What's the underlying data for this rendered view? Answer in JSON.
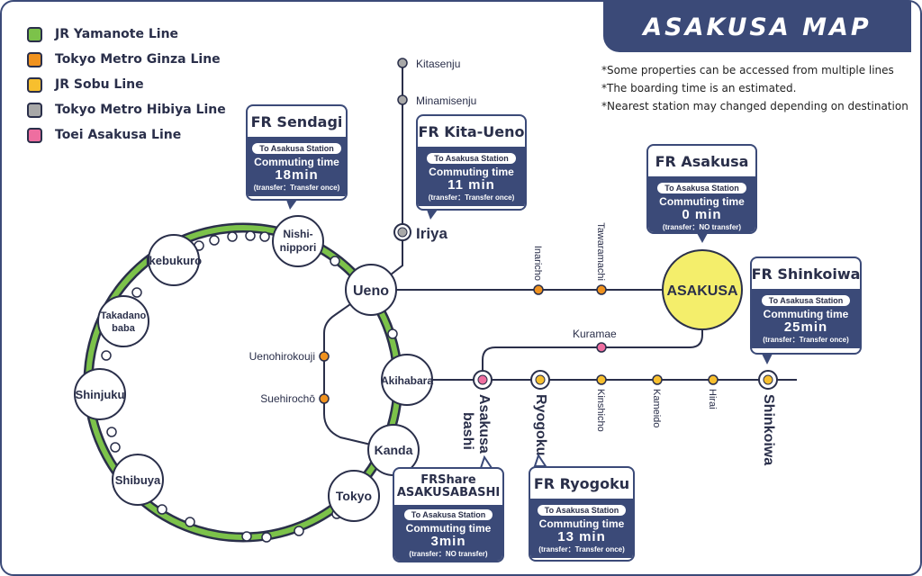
{
  "title": "ASAKUSA MAP",
  "notes": [
    "*Some properties can be accessed from multiple lines",
    "*The boarding time is an estimated.",
    "*Nearest station may changed depending on destination"
  ],
  "legend": [
    {
      "label": "JR Yamanote Line",
      "color": "#7cc24a"
    },
    {
      "label": "Tokyo Metro Ginza Line",
      "color": "#f0921e"
    },
    {
      "label": "JR Sobu Line",
      "color": "#f7bf2e"
    },
    {
      "label": "Tokyo Metro Hibiya Line",
      "color": "#a8a8a8"
    },
    {
      "label": "Toei Asakusa Line",
      "color": "#ee6ea0"
    }
  ],
  "stations": {
    "nishinippori": [
      "Nishi-",
      "nippori"
    ],
    "ikebukuro": "Ikebukuro",
    "takadanobaba": [
      "Takadano",
      "baba"
    ],
    "shinjuku": "Shinjuku",
    "shibuya": "Shibuya",
    "tokyo": "Tokyo",
    "kanda": "Kanda",
    "akihabara": "Akihabara",
    "ueno": "Ueno",
    "asakusa": "ASAKUSA",
    "iriya": "Iriya",
    "kitasenju": "Kitasenju",
    "minamisenju": "Minamisenju",
    "inaricho": "Inaricho",
    "tawaramachi": "Tawaramachi",
    "kuramae": "Kuramae",
    "uenohirokouji": "Uenohirokouji",
    "suehirocho": "Suehirochō",
    "asakusabashi": [
      "Asakusa",
      "bashi"
    ],
    "ryogoku": "Ryogoku",
    "kinshicho": "Kinshicho",
    "kameido": "Kameido",
    "hirai": "Hirai",
    "shinkoiwa": "Shinkoiwa"
  },
  "cards": {
    "sendagi": {
      "title": "FR Sendagi",
      "to": "To Asakusa Station",
      "label": "Commuting time",
      "time": "18min",
      "note": "(transfer：Transfer once)"
    },
    "kitaueno": {
      "title": "FR Kita-Ueno",
      "to": "To Asakusa Station",
      "label": "Commuting time",
      "time": "11 min",
      "note": "(transfer：Transfer once)"
    },
    "asakusa": {
      "title": "FR Asakusa",
      "to": "To Asakusa Station",
      "label": "Commuting time",
      "time": "0 min",
      "note": "(transfer：NO transfer)"
    },
    "shinkoiwa": {
      "title": "FR Shinkoiwa",
      "to": "To Asakusa Station",
      "label": "Commuting time",
      "time": "25min",
      "note": "(transfer：Transfer once)"
    },
    "asakusabashi": {
      "title1": "FRShare",
      "title2": "ASAKUSABASHI",
      "to": "To Asakusa Station",
      "label": "Commuting time",
      "time": "3min",
      "note": "(transfer：NO transfer)"
    },
    "ryogoku": {
      "title": "FR Ryogoku",
      "to": "To Asakusa Station",
      "label": "Commuting time",
      "time": "13 min",
      "note": "(transfer：Transfer once)"
    }
  }
}
